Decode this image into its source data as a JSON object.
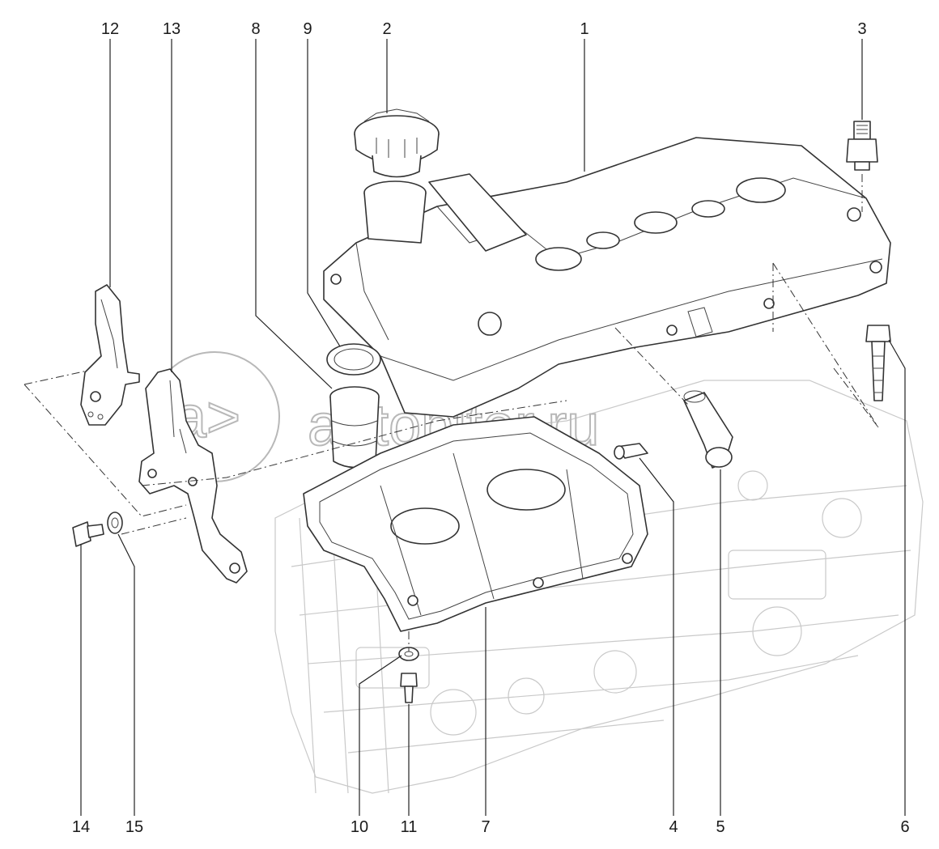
{
  "watermark": {
    "text": "autopiter.ru",
    "logo_glyph": "a>"
  },
  "callouts": [
    {
      "id": "12",
      "label": "12"
    },
    {
      "id": "13",
      "label": "13"
    },
    {
      "id": "8",
      "label": "8"
    },
    {
      "id": "9",
      "label": "9"
    },
    {
      "id": "2",
      "label": "2"
    },
    {
      "id": "1",
      "label": "1"
    },
    {
      "id": "3",
      "label": "3"
    },
    {
      "id": "14",
      "label": "14"
    },
    {
      "id": "15",
      "label": "15"
    },
    {
      "id": "10",
      "label": "10"
    },
    {
      "id": "11",
      "label": "11"
    },
    {
      "id": "7",
      "label": "7"
    },
    {
      "id": "4",
      "label": "4"
    },
    {
      "id": "5",
      "label": "5"
    },
    {
      "id": "6",
      "label": "6"
    }
  ]
}
